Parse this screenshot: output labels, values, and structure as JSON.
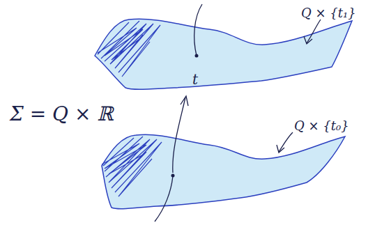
{
  "diagram": {
    "labels": [
      "Σ = Q × ℝ",
      "t",
      "Q × {t₁}",
      "Q × {t₀}"
    ]
  }
}
